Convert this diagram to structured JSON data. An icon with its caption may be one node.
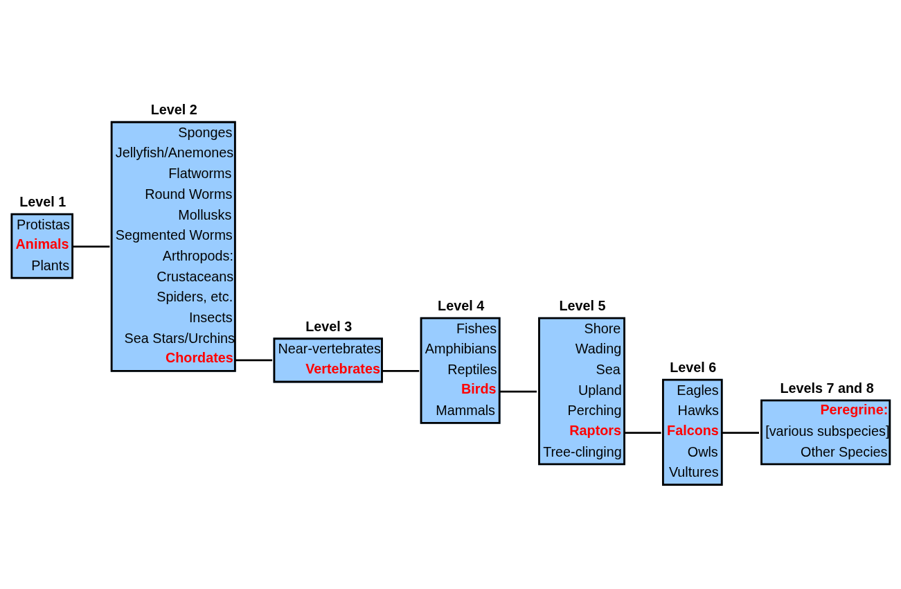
{
  "diagram": {
    "nodes": [
      {
        "text": [
          "Level 1",
          "Protistas",
          "Animals",
          "Plants"
        ]
      },
      {
        "text": [
          "Level 2",
          "Sponges",
          "Jellyfish/Anemones",
          "Flatworms",
          "Round Worms",
          "Mollusks",
          "Segmented Worms",
          "Arthropods:",
          "Crustaceans",
          "Spiders, etc.",
          "Insects",
          "Sea Stars/Urchins",
          "Chordates"
        ]
      },
      {
        "text": [
          "Level 3",
          "Near-vertebrates",
          "Vertebrates"
        ]
      },
      {
        "text": [
          "Level 4",
          "Fishes",
          "Amphibians",
          "Reptiles",
          "Birds",
          "Mammals"
        ]
      },
      {
        "text": [
          "Level 5",
          "Shore",
          "Wading",
          "Sea",
          "Upland",
          "Perching",
          "Raptors",
          "Tree-clinging"
        ]
      },
      {
        "text": [
          "Level 6",
          "Eagles",
          "Hawks",
          "Falcons",
          "Owls",
          "Vultures"
        ]
      },
      {
        "text": [
          "Levels 7 and 8",
          "Peregrine:",
          "[various subspecies]",
          "Other Species"
        ]
      }
    ],
    "edges": [
      {
        "from": 0,
        "to": 1,
        "arrow": "none"
      },
      {
        "from": 1,
        "to": 2,
        "arrow": "none"
      },
      {
        "from": 2,
        "to": 3,
        "arrow": "none"
      },
      {
        "from": 3,
        "to": 4,
        "arrow": "none"
      },
      {
        "from": 4,
        "to": 5,
        "arrow": "none"
      },
      {
        "from": 5,
        "to": 6,
        "arrow": "none"
      }
    ]
  }
}
